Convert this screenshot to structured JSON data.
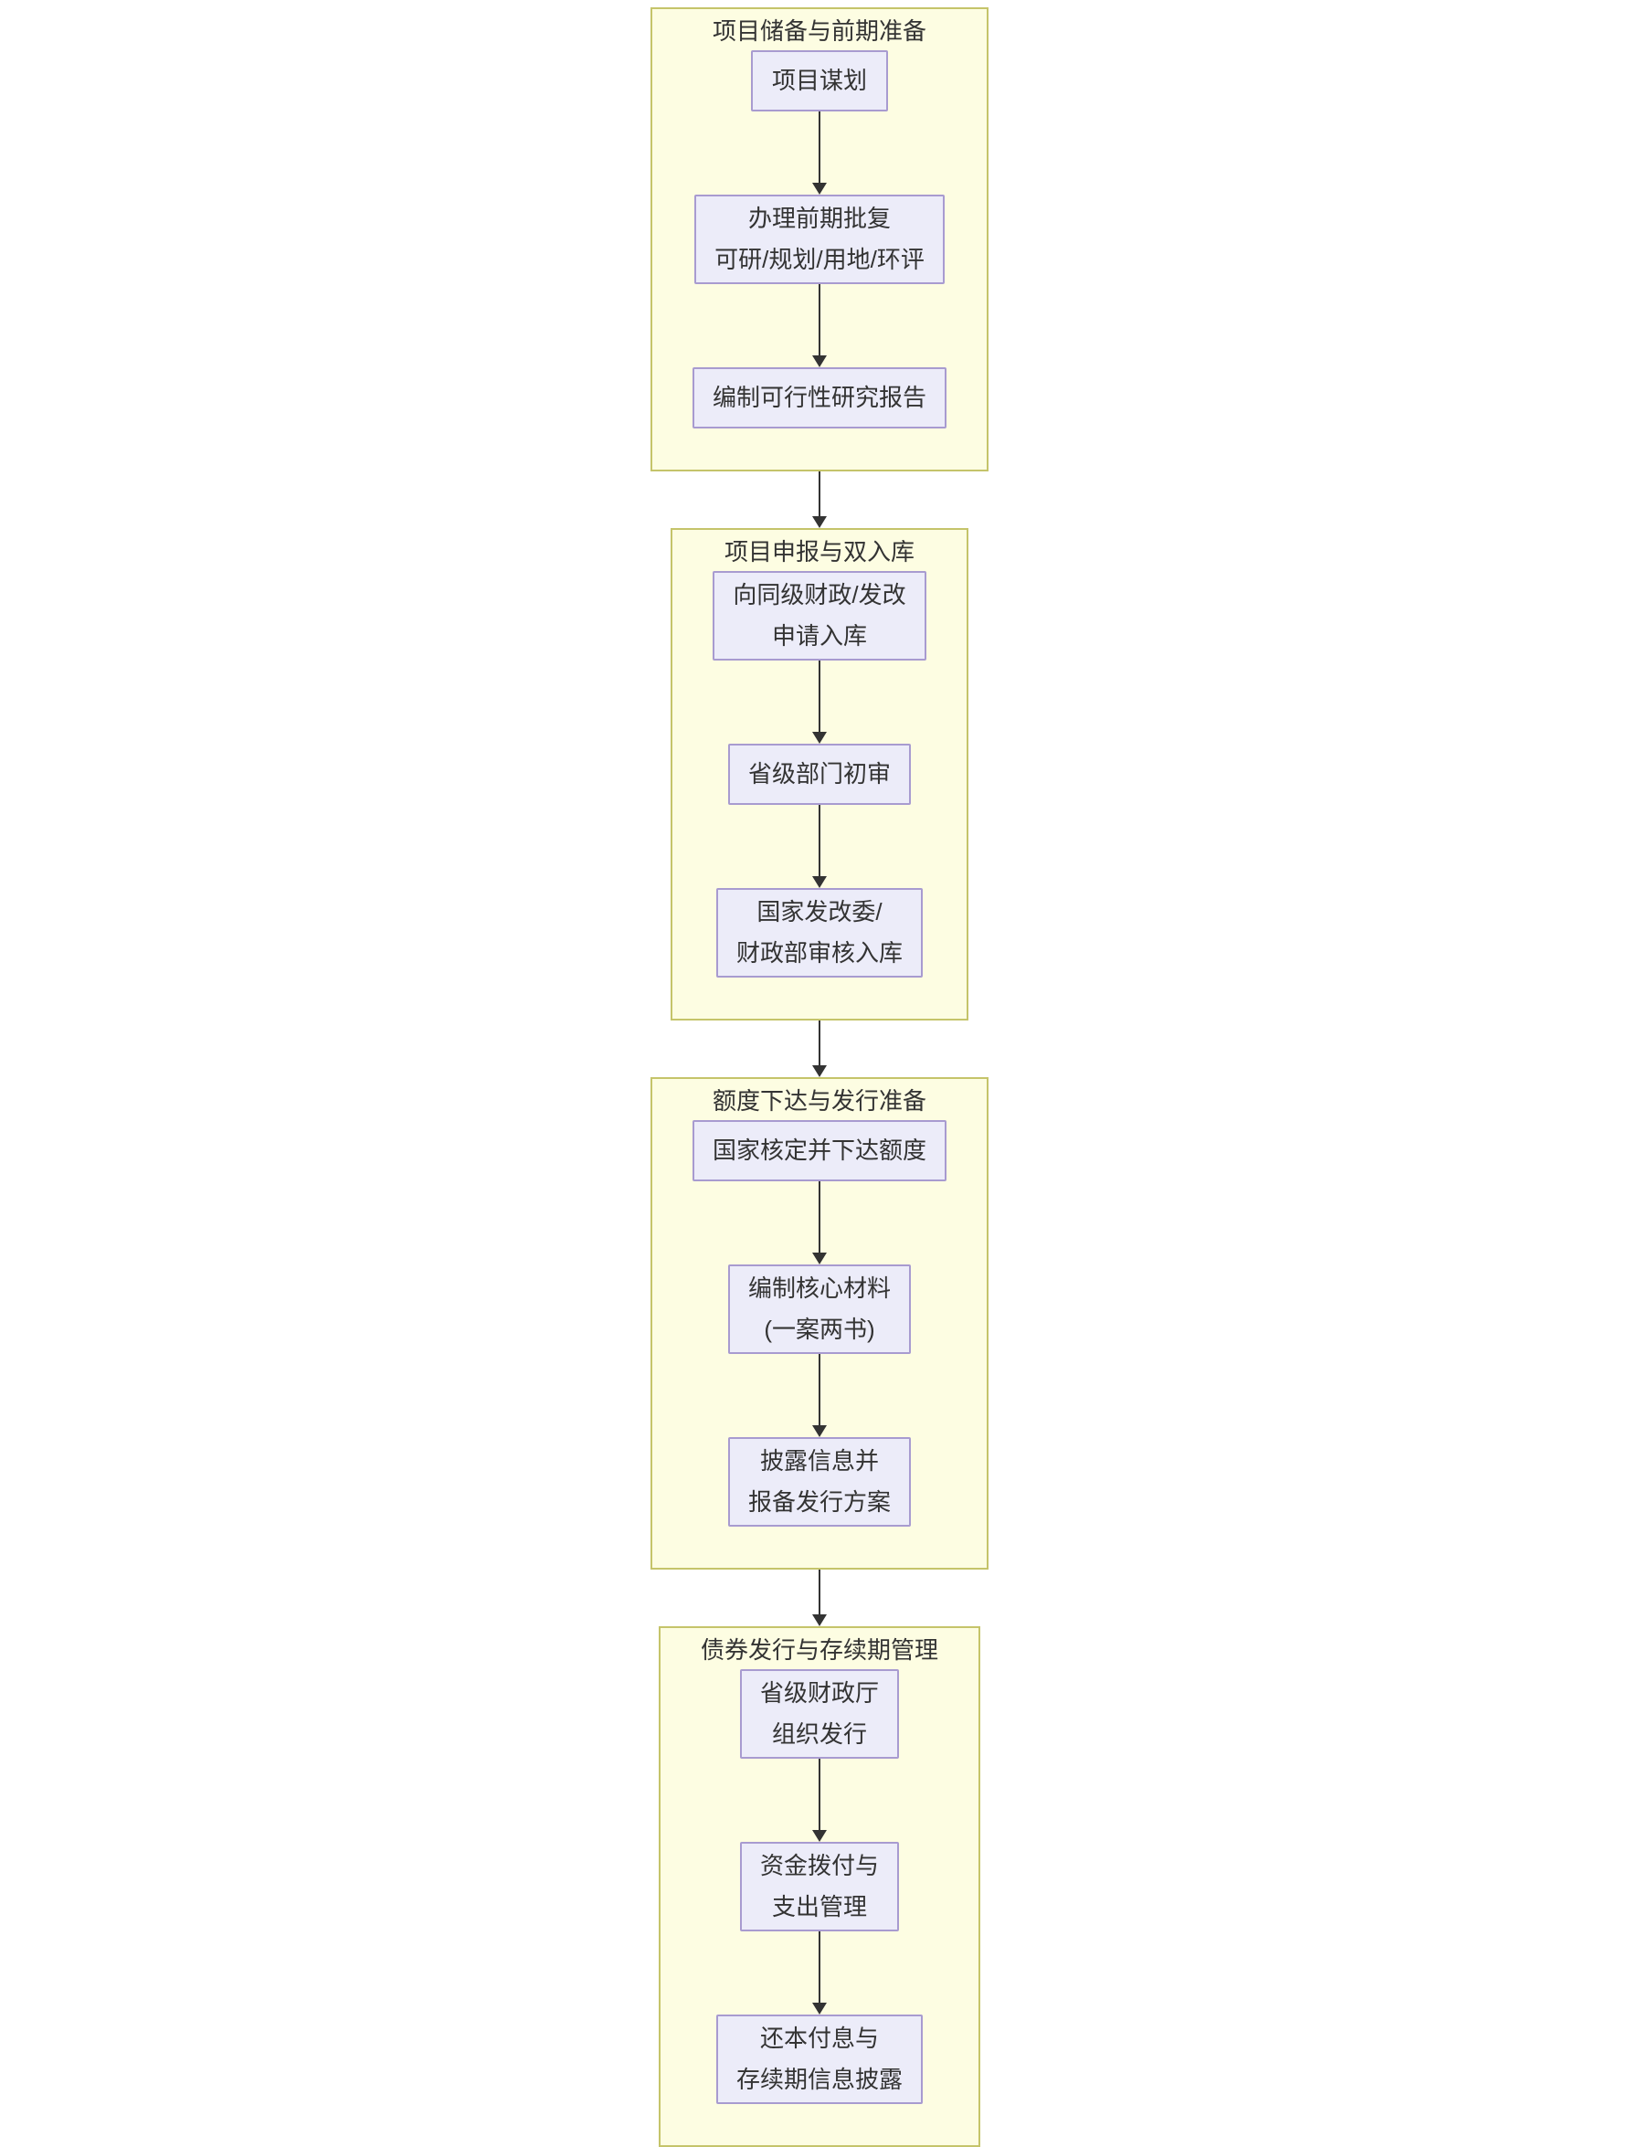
{
  "theme": {
    "canvas_bg": "#ffffff",
    "group_fill": "#fdfde2",
    "group_border": "#c5c46a",
    "node_fill": "#ececf9",
    "node_border": "#a89bd0",
    "arrow_color": "#333333",
    "text_color": "#333333"
  },
  "diagram": {
    "type": "flowchart",
    "direction": "top-down",
    "flow": "sequential, each node connects by a downward arrow to the next node, including across group boundaries",
    "groups": [
      {
        "title": "项目储备与前期准备",
        "nodes": [
          {
            "label": "项目谋划"
          },
          {
            "label": "办理前期批复\n可研/规划/用地/环评"
          },
          {
            "label": "编制可行性研究报告"
          }
        ]
      },
      {
        "title": "项目申报与双入库",
        "nodes": [
          {
            "label": "向同级财政/发改\n申请入库"
          },
          {
            "label": "省级部门初审"
          },
          {
            "label": "国家发改委/\n财政部审核入库"
          }
        ]
      },
      {
        "title": "额度下达与发行准备",
        "nodes": [
          {
            "label": "国家核定并下达额度"
          },
          {
            "label": "编制核心材料\n(一案两书)"
          },
          {
            "label": "披露信息并\n报备发行方案"
          }
        ]
      },
      {
        "title": "债券发行与存续期管理",
        "nodes": [
          {
            "label": "省级财政厅\n组织发行"
          },
          {
            "label": "资金拨付与\n支出管理"
          },
          {
            "label": "还本付息与\n存续期信息披露"
          }
        ]
      }
    ]
  }
}
